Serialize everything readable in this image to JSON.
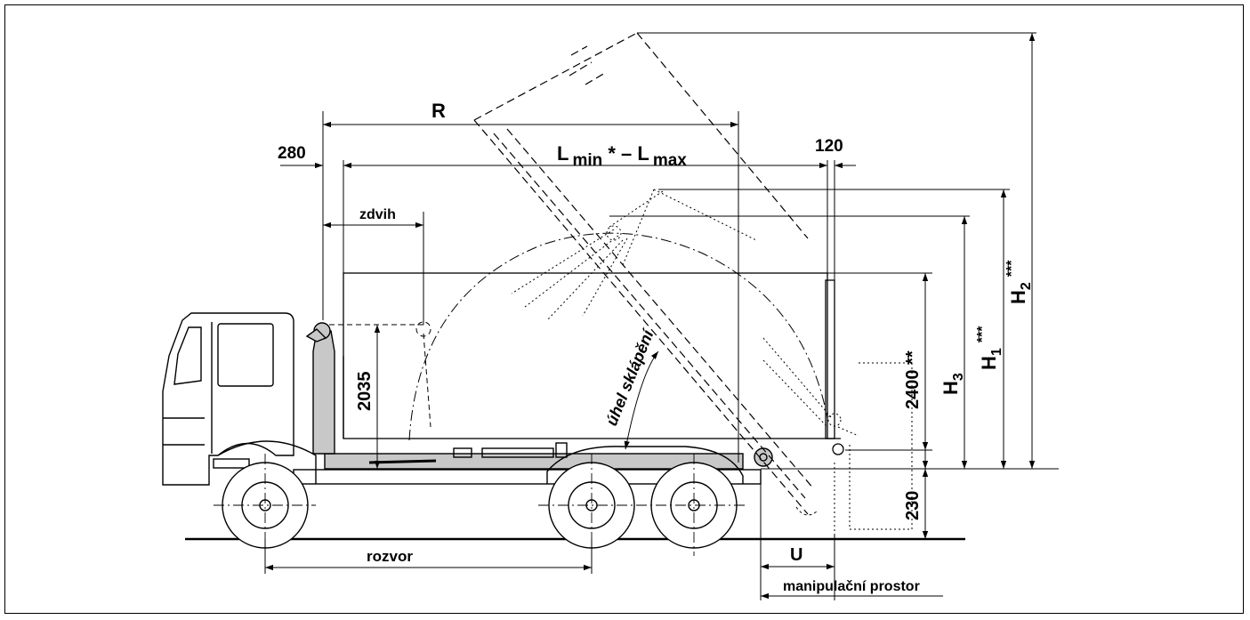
{
  "labels": {
    "r": "R",
    "l_min": "L",
    "l_min_sub": "min",
    "l_mid": " * – L",
    "l_max_sub": "max",
    "left_offset": "280",
    "right_offset": "120",
    "zdvih": "zdvih",
    "h2035": "2035",
    "h2400": "2400 **",
    "h3": "H",
    "h3_sub": "3",
    "h1": "H",
    "h1_sub": "1",
    "h1_sup": "***",
    "h2": "H",
    "h2_sub": "2",
    "h2_sup": "***",
    "h230": "230",
    "uhel": "úhel sklápění",
    "rozvor": "rozvor",
    "u": "U",
    "manip": "manipulační prostor"
  }
}
